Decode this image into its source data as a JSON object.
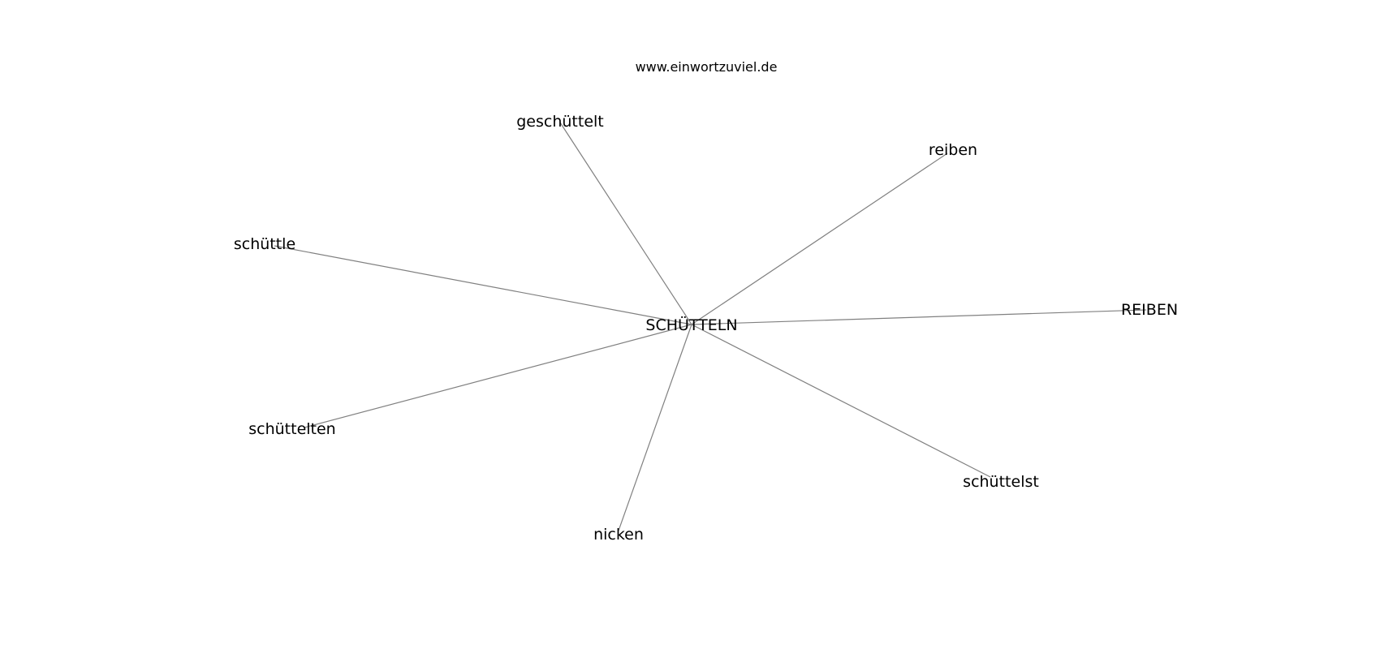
{
  "site_label": "www.einwortzuviel.de",
  "graph": {
    "center": {
      "label": "SCHÜTTELN"
    },
    "neighbors": [
      {
        "label": "geschüttelt"
      },
      {
        "label": "reiben"
      },
      {
        "label": "schüttle"
      },
      {
        "label": "REIBEN"
      },
      {
        "label": "schüttelten"
      },
      {
        "label": "schüttelst"
      },
      {
        "label": "nicken"
      }
    ]
  },
  "colors": {
    "edge": "#808080",
    "text": "#000000",
    "background": "#ffffff"
  }
}
